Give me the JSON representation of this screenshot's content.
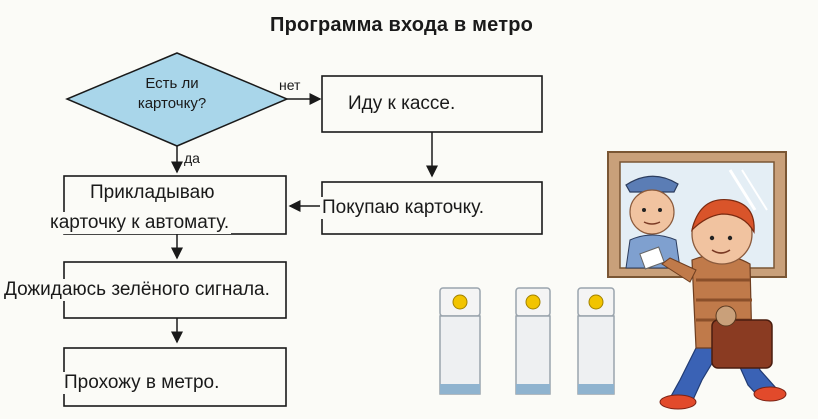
{
  "title": "Программа входа в метро",
  "flowchart": {
    "decision": {
      "line1": "Есть ли",
      "line2": "карточку?"
    },
    "no_label": "нет",
    "yes_label": "да",
    "go_to_cashier": "Иду к кассе.",
    "buy_card": "Покупаю карточку.",
    "apply_card_line1": "Прикладываю",
    "apply_card_line2": "карточку к автомату.",
    "wait_signal": "Дожидаюсь зелёного сигнала.",
    "enter_metro": "Прохожу в метро."
  },
  "colors": {
    "decision_fill": "#a9d6ea",
    "turnstile_light": "#f2c400",
    "boy_shirt": "#c07a4a",
    "boy_jeans": "#3a62b5",
    "bag": "#8a3b22"
  }
}
